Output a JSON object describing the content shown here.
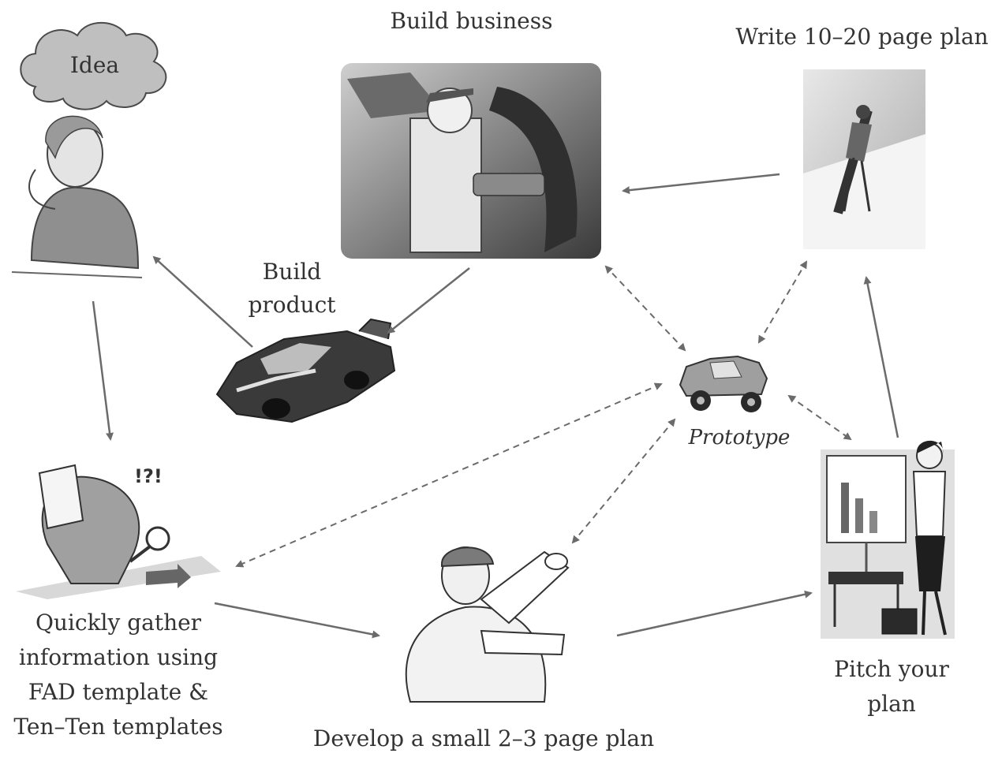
{
  "nodes": {
    "idea": {
      "cloud_text": "Idea"
    },
    "build_business": {
      "label": "Build business"
    },
    "write_plan": {
      "label": "Write 10–20 page plan"
    },
    "build_product": {
      "line1": "Build",
      "line2": "product"
    },
    "prototype": {
      "label": "Prototype"
    },
    "gather": {
      "line1": "Quickly gather",
      "line2": "information using",
      "line3": "FAD template &",
      "line4": "Ten–Ten templates"
    },
    "small_plan": {
      "label": "Develop a small 2–3 page plan"
    },
    "pitch": {
      "line1": "Pitch your",
      "line2": "plan"
    }
  },
  "edges": [
    {
      "from": "idea",
      "to": "gather",
      "style": "solid"
    },
    {
      "from": "gather",
      "to": "small_plan",
      "style": "solid"
    },
    {
      "from": "small_plan",
      "to": "pitch",
      "style": "solid"
    },
    {
      "from": "pitch",
      "to": "write_plan",
      "style": "solid"
    },
    {
      "from": "write_plan",
      "to": "build_business",
      "style": "solid"
    },
    {
      "from": "build_business",
      "to": "build_product",
      "style": "solid"
    },
    {
      "from": "build_product",
      "to": "idea",
      "style": "solid"
    },
    {
      "from": "prototype",
      "to": "build_business",
      "style": "dashed-bidirectional"
    },
    {
      "from": "prototype",
      "to": "write_plan",
      "style": "dashed-bidirectional"
    },
    {
      "from": "prototype",
      "to": "pitch",
      "style": "dashed-bidirectional"
    },
    {
      "from": "prototype",
      "to": "small_plan",
      "style": "dashed-bidirectional"
    },
    {
      "from": "prototype",
      "to": "gather",
      "style": "dashed-bidirectional"
    }
  ]
}
